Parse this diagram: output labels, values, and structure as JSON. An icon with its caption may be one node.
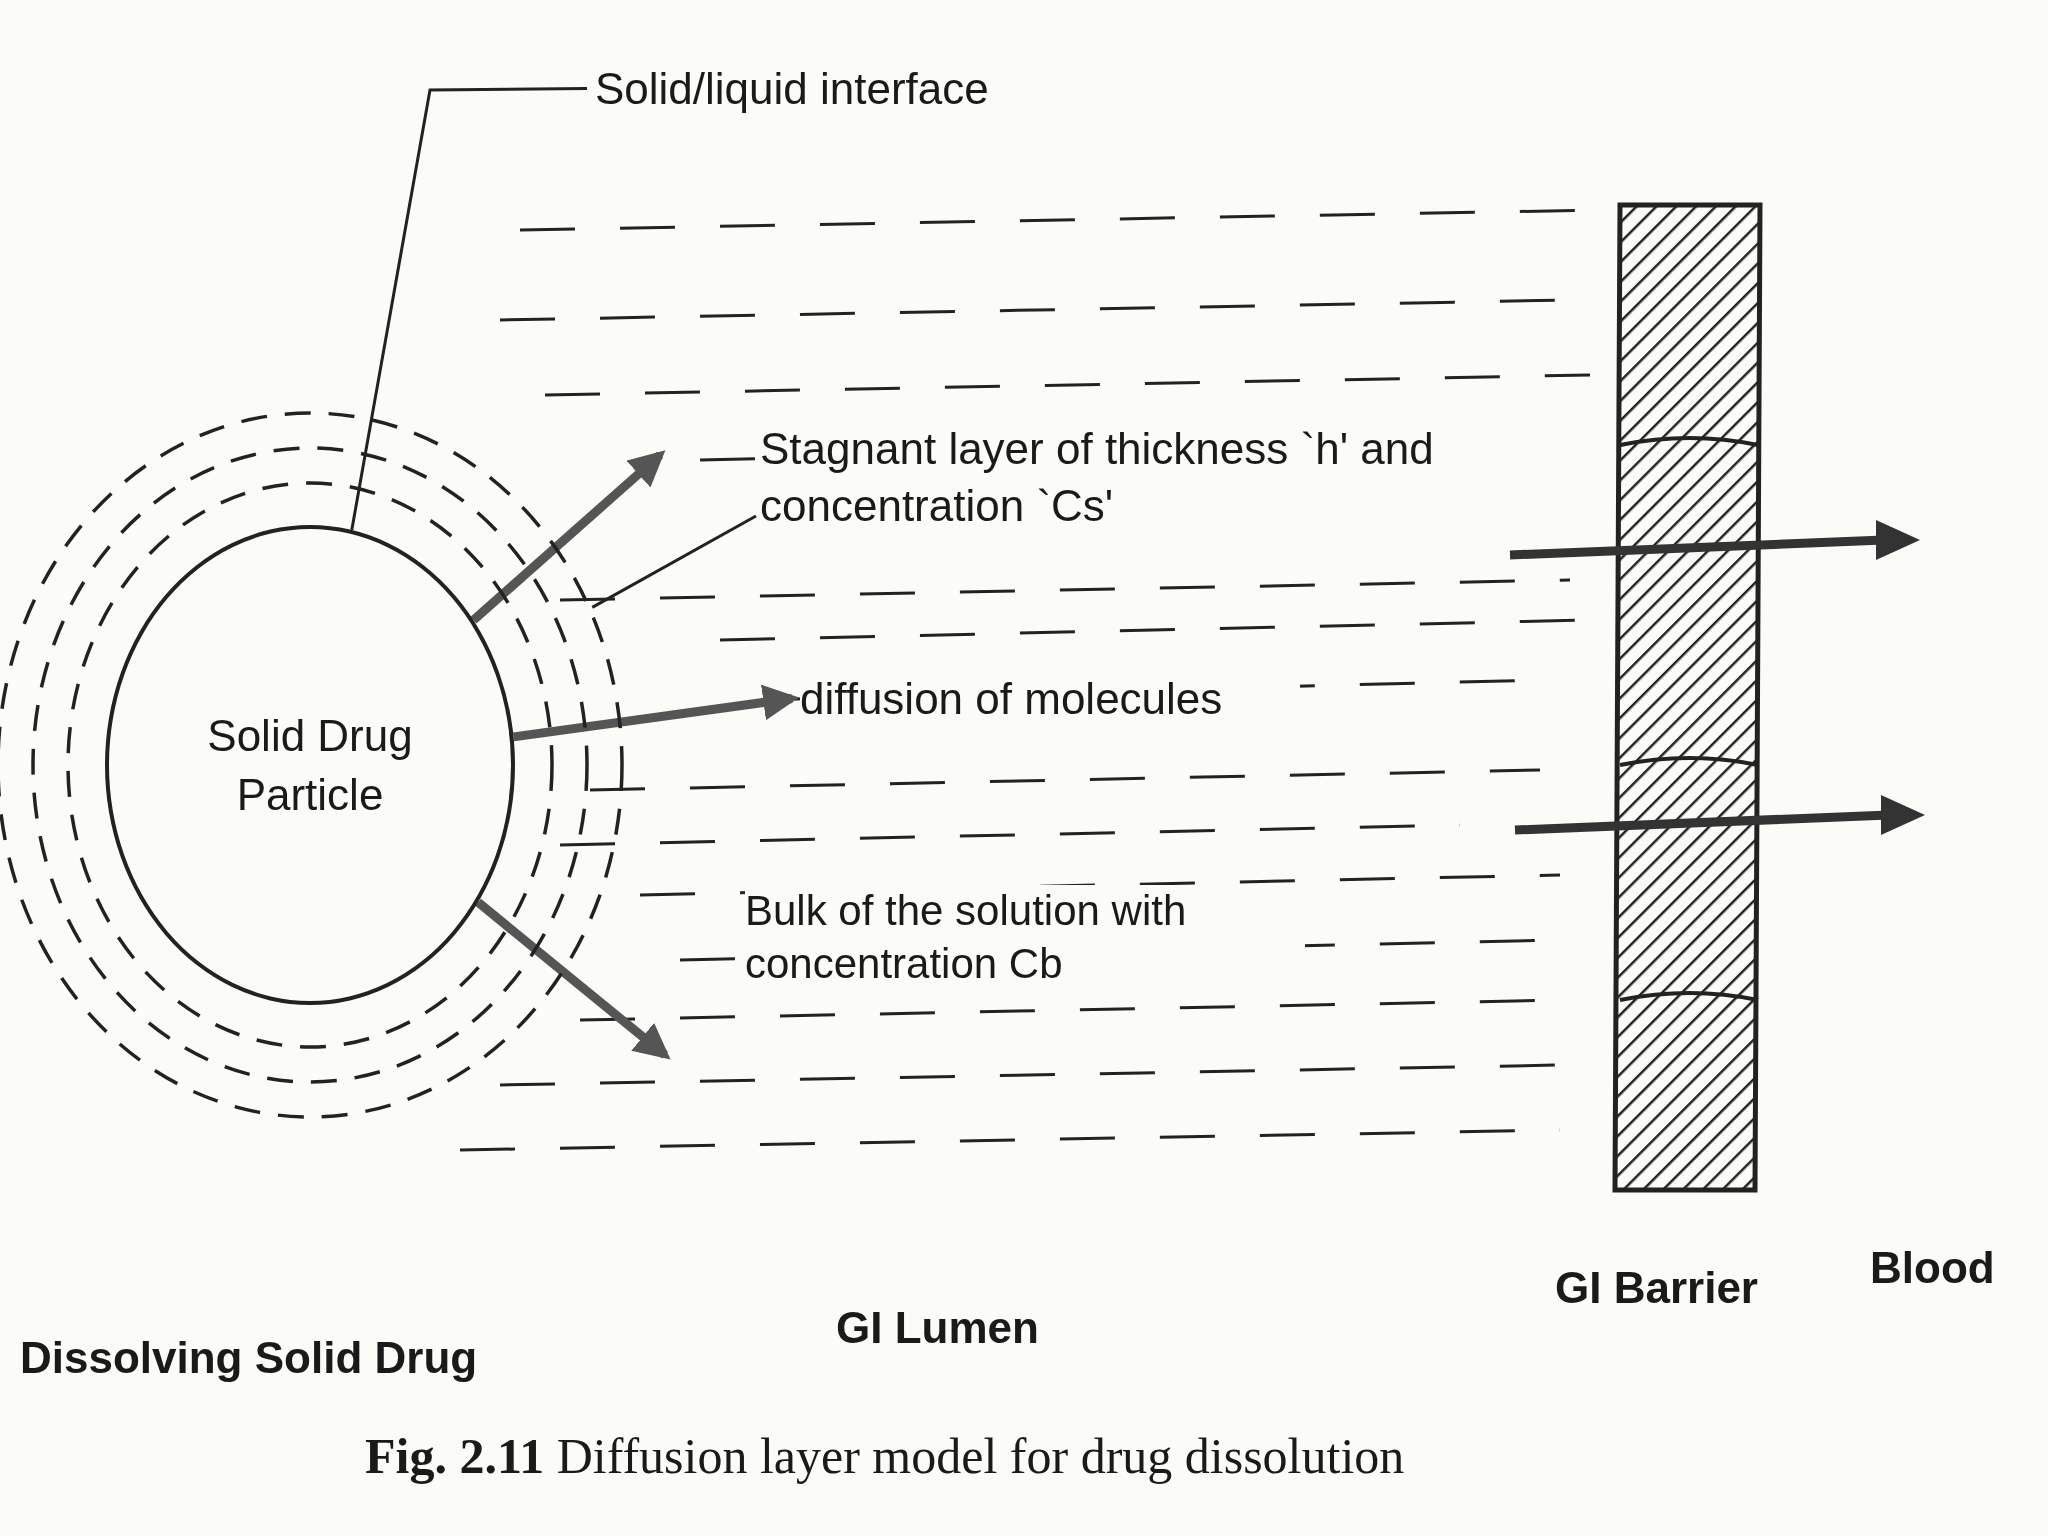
{
  "diagram": {
    "caption": "**Fig. 2.11** Diffusion layer model for drug dissolution",
    "nodes": [
      {
        "text": [],
        "shape": "circle"
      },
      {
        "text": [
          "Solid Drug Particle"
        ],
        "in": 0
      },
      {
        "text": [
          "Solid/liquid interface"
        ]
      },
      {
        "text": [
          "Stagnant layer of thickness `h' and concentration `Cs'"
        ]
      },
      {
        "text": [
          "diffusion of molecules"
        ]
      }
    ],
    "edges": [
      {
        "from": 2,
        "to": 1,
        "arrow": "none"
      },
      {
        "from": 3,
        "to": 0,
        "arrow": "none"
      },
      {
        "from": 1,
        "to": null,
        "arrow": "to"
      },
      {
        "from": 1,
        "to": 4,
        "arrow": "to"
      },
      {
        "from": 1,
        "to": null,
        "arrow": "to"
      }
    ],
    "labels": [
      "Bulk of the solution with concentration Cb",
      "Blood",
      "GI Barrier",
      "Dissolving Solid Drug",
      "GI Lumen"
    ]
  }
}
